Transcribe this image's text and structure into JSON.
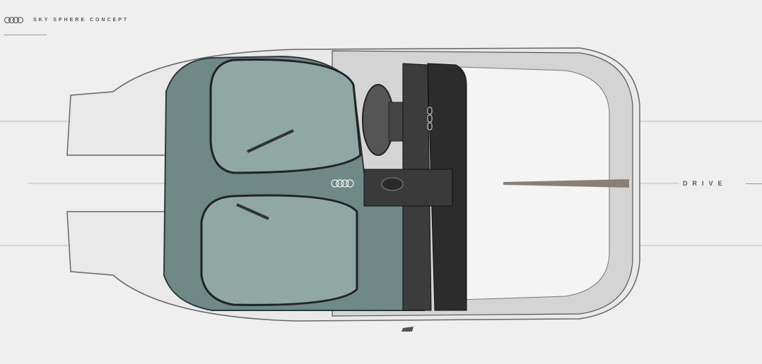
{
  "header": {
    "logo": "four-rings-logo",
    "title": "SKY SPHERE CONCEPT"
  },
  "direction_label": "DRIVE",
  "illustration": {
    "subject": "top-down interior sketch of concept roadster",
    "seats": 2,
    "interior_color": "#6f8a86",
    "body_color": "#d9d9d9",
    "background_color": "#efefef",
    "center_logo": "four-rings-logo",
    "bottom_badge": "sky sphere badge"
  }
}
